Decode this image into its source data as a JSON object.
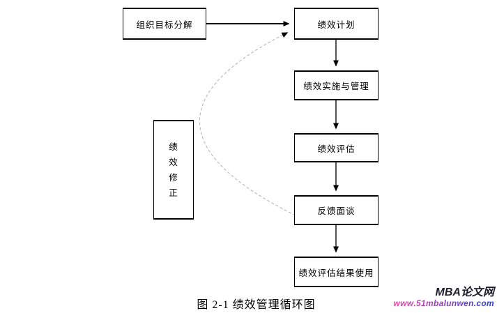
{
  "diagram": {
    "title": "绩效管理循环图",
    "caption": "图 2-1  绩效管理循环图",
    "boxes": [
      {
        "id": "goal",
        "label": "组织目标分解",
        "orientation": "horizontal"
      },
      {
        "id": "plan",
        "label": "绩效计划",
        "orientation": "horizontal"
      },
      {
        "id": "implement",
        "label": "绩效实施与管理",
        "orientation": "horizontal"
      },
      {
        "id": "evaluate",
        "label": "绩效评估",
        "orientation": "horizontal"
      },
      {
        "id": "feedback",
        "label": "反馈面谈",
        "orientation": "horizontal"
      },
      {
        "id": "result",
        "label": "绩效评估结果使用",
        "orientation": "horizontal"
      },
      {
        "id": "correction",
        "label": "绩效修正",
        "orientation": "vertical"
      }
    ],
    "connections": [
      {
        "from": "goal",
        "to": "plan",
        "style": "solid"
      },
      {
        "from": "plan",
        "to": "implement",
        "style": "solid"
      },
      {
        "from": "implement",
        "to": "evaluate",
        "style": "solid"
      },
      {
        "from": "evaluate",
        "to": "feedback",
        "style": "solid"
      },
      {
        "from": "feedback",
        "to": "result",
        "style": "solid"
      },
      {
        "from": "feedback",
        "to": "plan",
        "style": "dashed-arc"
      }
    ],
    "line_color": "#000000",
    "dashed_arc_color": "#b0b0b0"
  },
  "watermark": {
    "site_name": "MBA论文网",
    "site_name_color": "#1f1f2e",
    "url": "www.51mbalunwen.com",
    "url_gradient_start": "#ee3fa8",
    "url_gradient_end": "#2f3fe0"
  }
}
